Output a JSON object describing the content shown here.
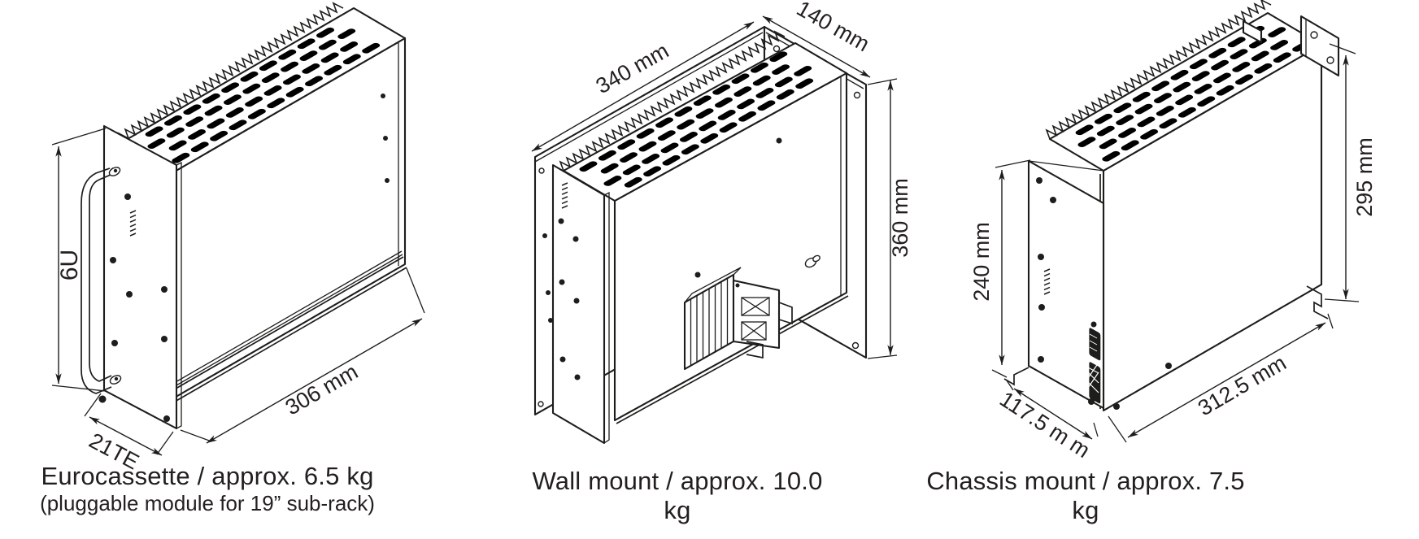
{
  "colors": {
    "line": "#1d1d1b",
    "text": "#231f20",
    "background": "#ffffff"
  },
  "figures": [
    {
      "name": "eurocassette",
      "caption": "Eurocassette / approx. 6.5 kg",
      "subcaption": "(pluggable module for 19” sub-rack)",
      "dimensions": {
        "height": "6U",
        "depth": "21TE",
        "length": "306 mm"
      }
    },
    {
      "name": "wall-mount",
      "caption": "Wall mount  / approx. 10.0 kg",
      "dimensions": {
        "length": "340 mm",
        "depth": "140 mm",
        "height": "360 mm"
      }
    },
    {
      "name": "chassis-mount",
      "caption": "Chassis mount / approx. 7.5 kg",
      "dimensions": {
        "front_height": "240 mm",
        "back_height": "295 mm",
        "depth": "117.5 m m",
        "length": "312.5 mm"
      }
    }
  ]
}
